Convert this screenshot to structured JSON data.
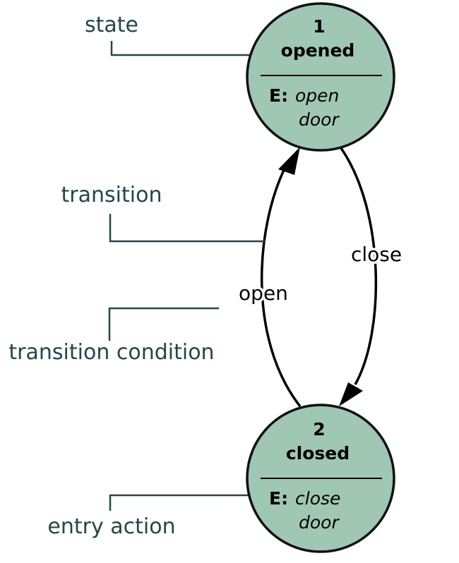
{
  "annotations": {
    "state": "state",
    "transition": "transition",
    "transition_condition": "transition condition",
    "entry_action": "entry action"
  },
  "states": [
    {
      "number": "1",
      "name": "opened",
      "entry_prefix": "E:",
      "entry_action_line1": "open",
      "entry_action_line2": "door"
    },
    {
      "number": "2",
      "name": "closed",
      "entry_prefix": "E:",
      "entry_action_line1": "close",
      "entry_action_line2": "door"
    }
  ],
  "transitions": [
    {
      "from": "2",
      "to": "1",
      "label": "open"
    },
    {
      "from": "1",
      "to": "2",
      "label": "close"
    }
  ],
  "colors": {
    "state_fill": "#9fc7b4",
    "annotation_text": "#23474a"
  }
}
